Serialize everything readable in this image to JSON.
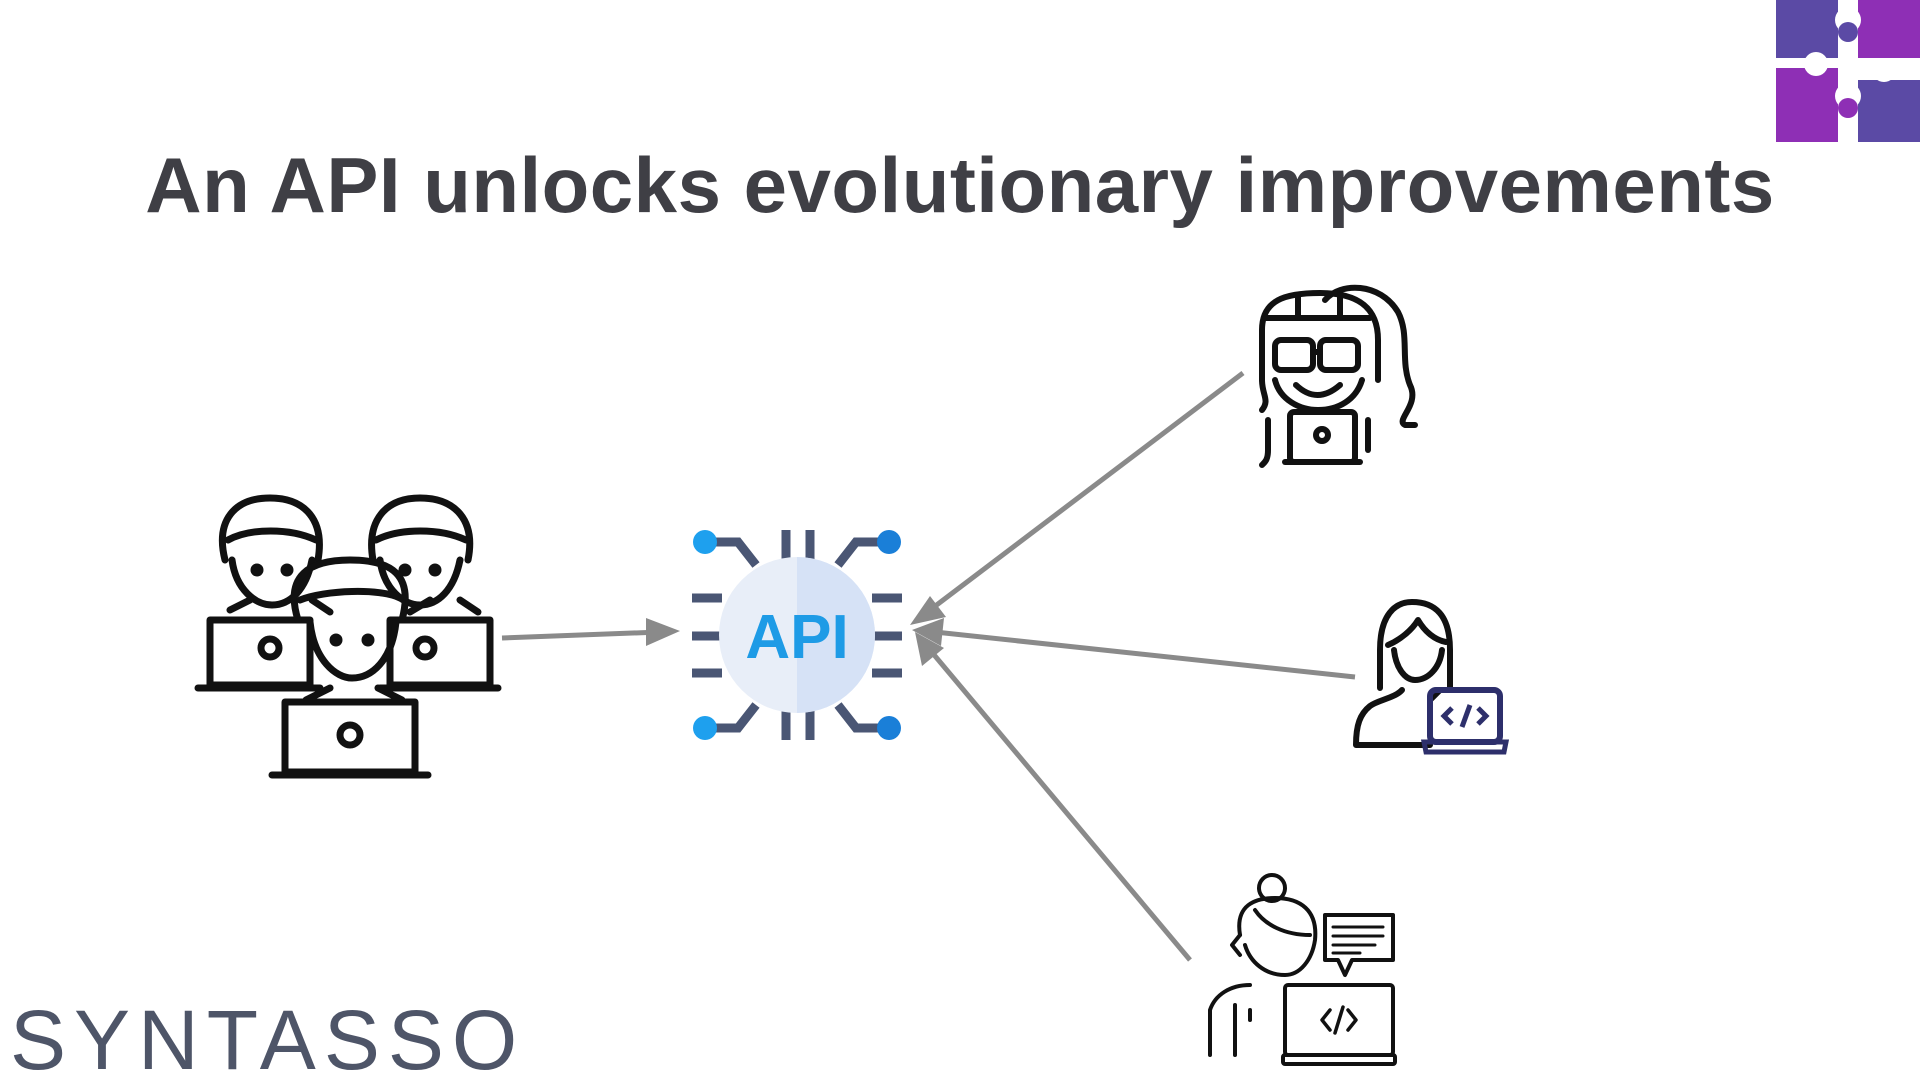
{
  "slide": {
    "title": "An API unlocks evolutionary improvements",
    "brand": "SYNTASSO"
  },
  "api_hub": {
    "label": "API"
  },
  "icons": [
    "developer-team-icon",
    "api-chip-icon",
    "developer-with-glasses-icon",
    "coder-with-laptop-icon",
    "developer-with-chat-icon",
    "puzzle-logo-icon"
  ],
  "colors": {
    "title": "#3f3f45",
    "brand": "#4e5568",
    "arrow": "#8a8a8a",
    "api_blue": "#1e9be6",
    "api_circle": "#e3ebf8",
    "logo_purple": "#8e2fb5",
    "logo_indigo": "#5b4aa5"
  }
}
